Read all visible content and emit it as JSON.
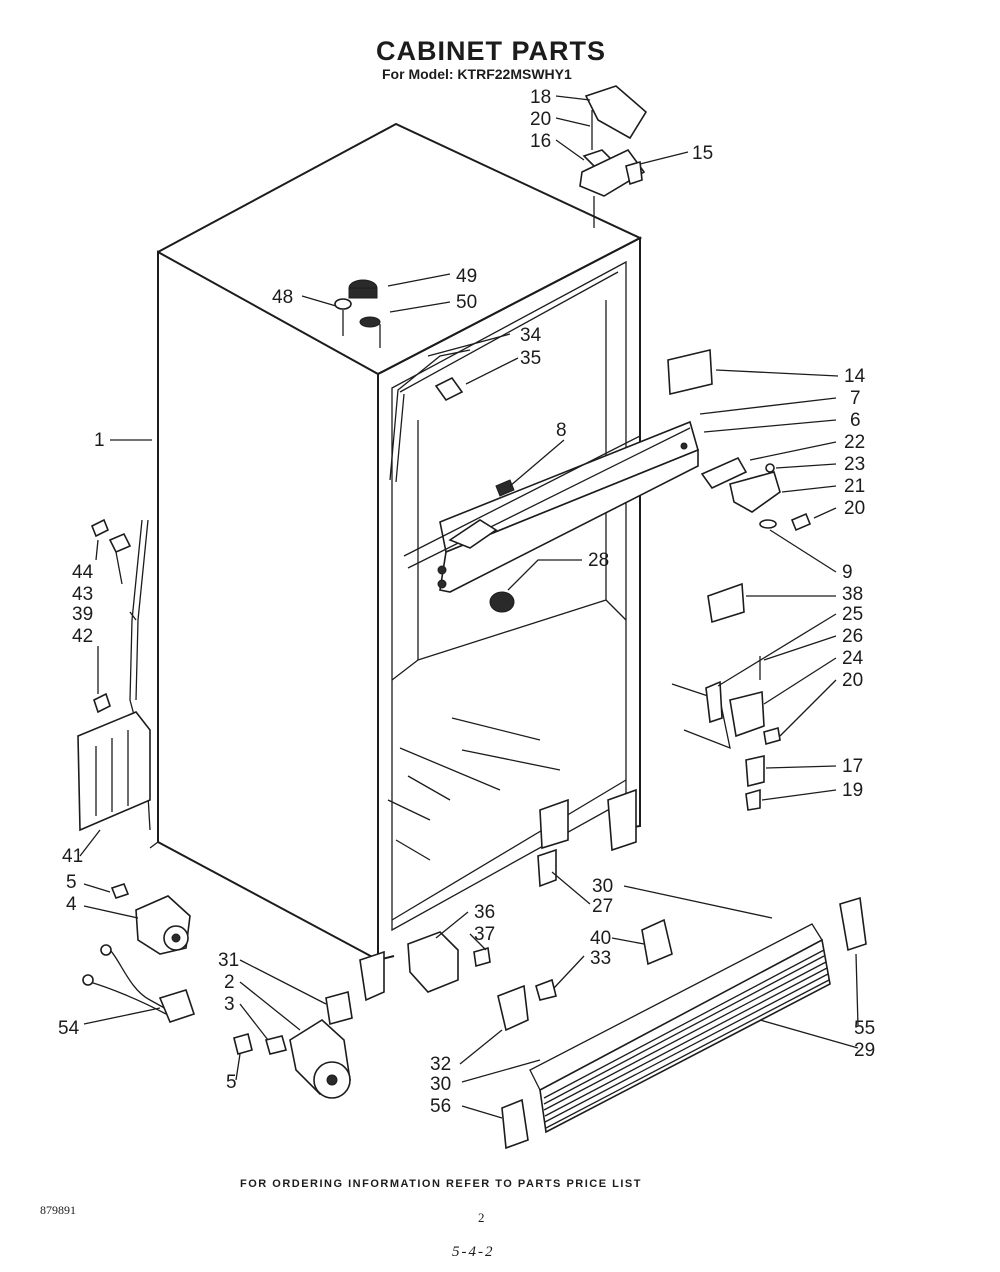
{
  "title": "CABINET PARTS",
  "model_line": "For Model: KTRF22MSWHY1",
  "footer": "FOR ORDERING INFORMATION REFER TO PARTS PRICE LIST",
  "doc_number": "879891",
  "page_number": "2",
  "handwritten_note": "5-4-2",
  "callouts": [
    {
      "id": "c18",
      "label": "18"
    },
    {
      "id": "c20a",
      "label": "20"
    },
    {
      "id": "c16",
      "label": "16"
    },
    {
      "id": "c15",
      "label": "15"
    },
    {
      "id": "c49",
      "label": "49"
    },
    {
      "id": "c48",
      "label": "48"
    },
    {
      "id": "c50",
      "label": "50"
    },
    {
      "id": "c34",
      "label": "34"
    },
    {
      "id": "c35",
      "label": "35"
    },
    {
      "id": "c14",
      "label": "14"
    },
    {
      "id": "c1",
      "label": "1"
    },
    {
      "id": "c7",
      "label": "7"
    },
    {
      "id": "c8",
      "label": "8"
    },
    {
      "id": "c6",
      "label": "6"
    },
    {
      "id": "c22",
      "label": "22"
    },
    {
      "id": "c23",
      "label": "23"
    },
    {
      "id": "c21",
      "label": "21"
    },
    {
      "id": "c20b",
      "label": "20"
    },
    {
      "id": "c44",
      "label": "44"
    },
    {
      "id": "c43",
      "label": "43"
    },
    {
      "id": "c39",
      "label": "39"
    },
    {
      "id": "c42",
      "label": "42"
    },
    {
      "id": "c28",
      "label": "28"
    },
    {
      "id": "c9",
      "label": "9"
    },
    {
      "id": "c38",
      "label": "38"
    },
    {
      "id": "c25",
      "label": "25"
    },
    {
      "id": "c26",
      "label": "26"
    },
    {
      "id": "c24",
      "label": "24"
    },
    {
      "id": "c20c",
      "label": "20"
    },
    {
      "id": "c17",
      "label": "17"
    },
    {
      "id": "c19",
      "label": "19"
    },
    {
      "id": "c41",
      "label": "41"
    },
    {
      "id": "c5a",
      "label": "5"
    },
    {
      "id": "c4",
      "label": "4"
    },
    {
      "id": "c30a",
      "label": "30"
    },
    {
      "id": "c27",
      "label": "27"
    },
    {
      "id": "c36",
      "label": "36"
    },
    {
      "id": "c37",
      "label": "37"
    },
    {
      "id": "c40",
      "label": "40"
    },
    {
      "id": "c33",
      "label": "33"
    },
    {
      "id": "c31",
      "label": "31"
    },
    {
      "id": "c2",
      "label": "2"
    },
    {
      "id": "c3",
      "label": "3"
    },
    {
      "id": "c54",
      "label": "54"
    },
    {
      "id": "c55",
      "label": "55"
    },
    {
      "id": "c29",
      "label": "29"
    },
    {
      "id": "c5b",
      "label": "5"
    },
    {
      "id": "c32",
      "label": "32"
    },
    {
      "id": "c30b",
      "label": "30"
    },
    {
      "id": "c56",
      "label": "56"
    }
  ]
}
